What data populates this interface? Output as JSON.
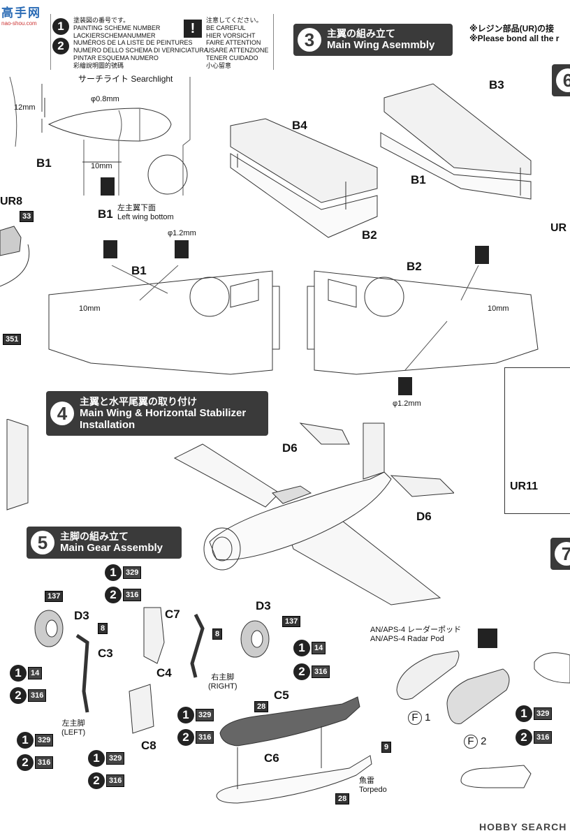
{
  "watermark": {
    "top": "高手网",
    "bottom": "nao-shou.com"
  },
  "legend": {
    "n1": "1",
    "n2": "2",
    "paint_lines": [
      "塗装図の番号です。",
      "PAINTING SCHEME NUMBER",
      "LACKIERSCHEMANUMMER",
      "NUMÉROS DE LA LISTE DE PEINTURES",
      "NUMERO DELLO SCHEMA DI VERNICIATURA",
      "PINTAR ESQUEMA NUMERO",
      "彩繪說明圖的號碼"
    ],
    "care_icon": "!",
    "care_lines": [
      "注意してください。",
      "BE CAREFUL",
      "HIER VORSICHT",
      "FAIRE ATTENTION",
      "USARE ATTENZIONE",
      "TENER CUIDADO",
      "小心留意"
    ]
  },
  "searchlight": {
    "title": "サーチライト Searchlight",
    "dia": "φ0.8mm",
    "h": "12mm",
    "w": "10mm",
    "part": "B1"
  },
  "left_edge": {
    "ur8": "UR8",
    "n33": "33",
    "n351": "351"
  },
  "step3": {
    "num": "3",
    "jp": "主翼の組み立て",
    "en": "Main Wing Asemmbly"
  },
  "resin_note": {
    "jp": "※レジン部品(UR)の接",
    "en": "※Please bond all the r"
  },
  "step6_num": "6",
  "ur_side": "UR",
  "wing": {
    "b4": "B4",
    "b3": "B3",
    "b1": "B1",
    "b2": "B2",
    "b1b": "B1",
    "b2b": "B2",
    "lwb_part": "B1",
    "lwb_jp": "左主翼下面",
    "lwb_en": "Left wing bottom",
    "d1": "φ1.2mm",
    "d2": "φ1.2mm",
    "m1": "10mm",
    "m2": "10mm"
  },
  "step4": {
    "num": "4",
    "jp": "主翼と水平尾翼の取り付け",
    "en1": "Main Wing & Horizontal Stabilizer",
    "en2": "Installation"
  },
  "d6a": "D6",
  "d6b": "D6",
  "ur11": "UR11",
  "step5": {
    "num": "5",
    "jp": "主脚の組み立て",
    "en": "Main Gear Assembly"
  },
  "step7_num": "7",
  "gear": {
    "p329": "329",
    "p316": "316",
    "p137": "137",
    "p8": "8",
    "p14": "14",
    "p28": "28",
    "p9": "9",
    "d3": "D3",
    "c3": "C3",
    "c7": "C7",
    "c4": "C4",
    "c8": "C8",
    "c5": "C5",
    "c6": "C6",
    "left_jp": "左主脚",
    "left_en": "(LEFT)",
    "right_jp": "右主脚",
    "right_en": "(RIGHT)",
    "torp_jp": "魚雷",
    "torp_en": "Torpedo"
  },
  "radar": {
    "jp": "AN/APS-4 レーダーポッド",
    "en": "AN/APS-4 Radar Pod",
    "f1": "F",
    "f1n": "1",
    "f2": "F",
    "f2n": "2"
  },
  "footer": "HOBBY SEARCH"
}
